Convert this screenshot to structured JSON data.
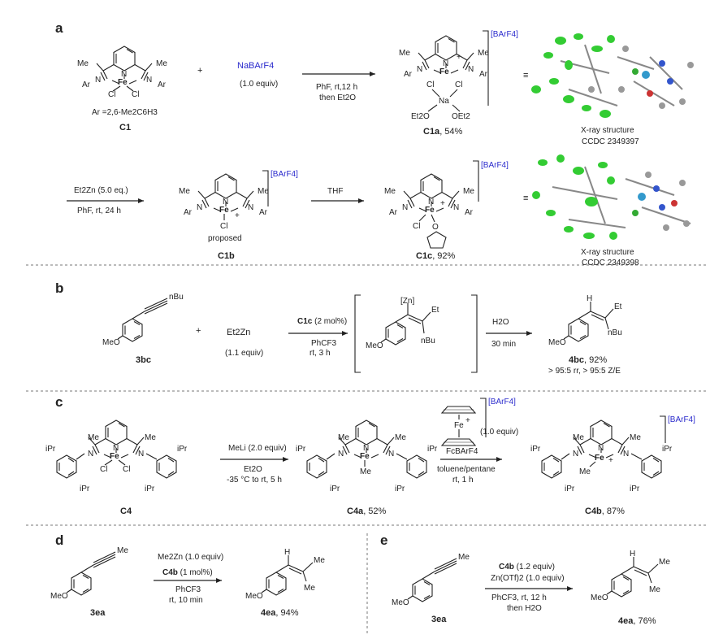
{
  "panels": {
    "a": "a",
    "b": "b",
    "c": "c",
    "d": "d",
    "e": "e"
  },
  "atoms": {
    "Me": "Me",
    "N": "N",
    "Fe": "Fe",
    "Cl": "Cl",
    "Ar": "Ar",
    "O": "O",
    "Na": "Na",
    "Et": "Et",
    "Bu": "Bu",
    "MeO": "MeO",
    "H": "H",
    "Zn": "[Zn]",
    "iPr": "iPr",
    "Et2O": "Et2O",
    "OEt2": "OEt2",
    "plus": "+",
    "minus": "–",
    "nBu": "nBu"
  },
  "counterion": "[BArF4]",
  "equiv": "≡",
  "a": {
    "ar_def": "Ar =2,6-Me2C6H3",
    "c1": "C1",
    "reagent": "NaBArF4",
    "reagent_equiv": "(1.0 equiv)",
    "cond1": "PhF, rt,12 h",
    "cond2": "then Et2O",
    "c1a": "C1a",
    "c1a_yield": ", 54%",
    "xray1": "X-ray structure",
    "ccdc1": "CCDC 2349397",
    "row2_reagent": "Et2Zn (5.0 eq.)",
    "row2_cond": "PhF, rt, 24 h",
    "proposed": "proposed",
    "c1b": "C1b",
    "thf": "THF",
    "c1c": "C1c",
    "c1c_yield": ", 92%",
    "xray2": "X-ray structure",
    "ccdc2": "CCDC 2349398"
  },
  "b": {
    "sm": "3bc",
    "reagent": "Et2Zn",
    "reagent_equiv": "(1.1 equiv)",
    "cat": "C1c",
    "cat_load": " (2 mol%)",
    "solvent": "PhCF3",
    "temp": "rt, 3 h",
    "water": "H2O",
    "time": "30 min",
    "product": "4bc",
    "yield": ", 92%",
    "selectivity": "> 95:5 rr, > 95:5 Z/E"
  },
  "c": {
    "c4": "C4",
    "reagent": "MeLi (2.0 equiv)",
    "solvent": "Et2O",
    "temp": "-35 °C to rt, 5 h",
    "c4a": "C4a",
    "c4a_yield": ", 52%",
    "fc_equiv": "(1.0 equiv)",
    "fc": "FcBArF4",
    "solvent2": "toluene/pentane",
    "time2": "rt, 1 h",
    "c4b": "C4b",
    "c4b_yield": ", 87%"
  },
  "d": {
    "sm": "3ea",
    "reagent": "Me2Zn (1.0 equiv)",
    "cat": "C4b",
    "cat_load": " (1 mol%)",
    "solvent": "PhCF3",
    "temp": "rt, 10 min",
    "product": "4ea",
    "yield": ", 94%"
  },
  "e": {
    "sm": "3ea",
    "cat": "C4b",
    "cat_load": " (1.2 equiv)",
    "additive": "Zn(OTf)2 (1.0 equiv)",
    "cond": "PhCF3, rt, 12 h",
    "workup": "then H2O",
    "product": "4ea",
    "yield": ", 76%"
  }
}
